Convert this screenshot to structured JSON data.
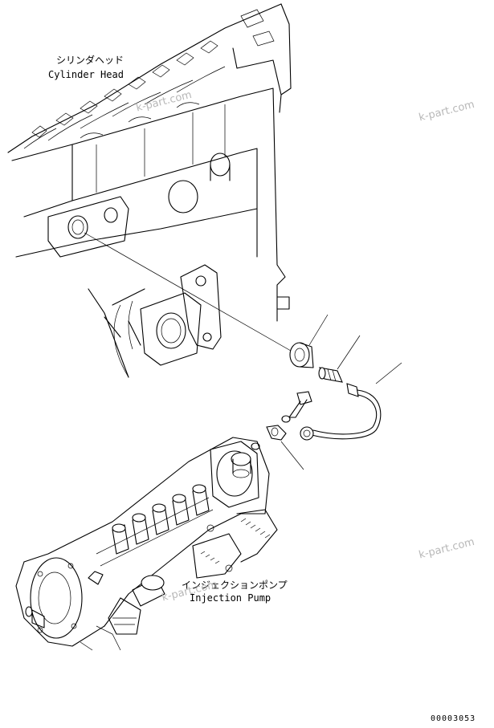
{
  "labels": {
    "cylinder_head_jp": "シリンダヘッド",
    "cylinder_head_en": "Cylinder Head",
    "injection_pump_jp": "インジェクションポンプ",
    "injection_pump_en": "Injection Pump"
  },
  "watermarks": [
    "k-part.com",
    "k-part.com",
    "k-part.com",
    "k-part.com"
  ],
  "reference_number": "00003053"
}
